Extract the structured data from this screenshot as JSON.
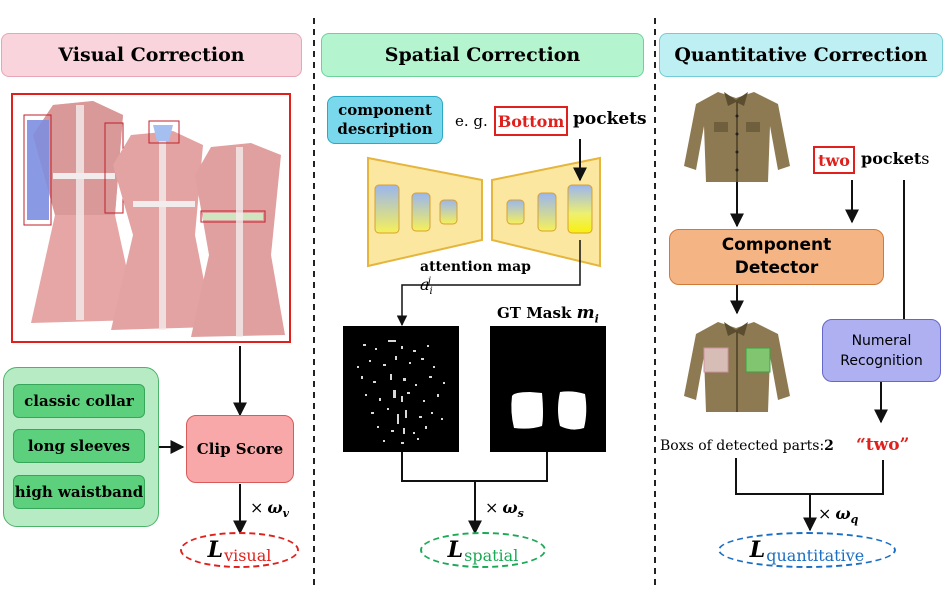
{
  "headers": {
    "visual": "Visual Correction",
    "spatial": "Spatial Correction",
    "quantitative": "Quantitative Correction"
  },
  "visual": {
    "attributes": [
      "classic collar",
      "long sleeves",
      "high waistband"
    ],
    "clip_score": "Clip Score",
    "weight_symbol": "ω",
    "weight_sub": "v",
    "loss_symbol": "L",
    "loss_sub": "visual"
  },
  "spatial": {
    "component_description": "component description",
    "eg": "e. g.",
    "highlight_word": "Bottom",
    "rest_word": "pockets",
    "attention_map_label": "attention map",
    "attention_symbol": "a",
    "attention_sup": "j",
    "attention_sub": "i",
    "gt_mask_label": "GT Mask",
    "gt_mask_symbol": "m",
    "gt_mask_sub": "i",
    "weight_symbol": "ω",
    "weight_sub": "s",
    "loss_symbol": "L",
    "loss_sub": "spatial"
  },
  "quantitative": {
    "count_word": "two",
    "pockets_word": "pocket",
    "pockets_suffix": "s",
    "component_detector": "Component Detector",
    "numeral_recognition": "Numeral Recognition",
    "detected_label": "Boxs of detected parts:",
    "detected_count": "2",
    "recognized": "“two”",
    "weight_symbol": "ω",
    "weight_sub": "q",
    "loss_symbol": "L",
    "loss_sub": "quantitative"
  },
  "multiply": "×",
  "colors": {
    "visual_header": "#f9d4dc",
    "spatial_header": "#b4f5cf",
    "quant_header": "#bdeff3",
    "red": "#e0201c",
    "green_loss": "#1aaa55",
    "blue_loss": "#1a6fc4",
    "detector": "#f5b484",
    "numeral": "#aeb0f2",
    "clip": "#f8a8a8",
    "component_desc": "#79d8ec",
    "encoder": "#fbe7a0"
  }
}
